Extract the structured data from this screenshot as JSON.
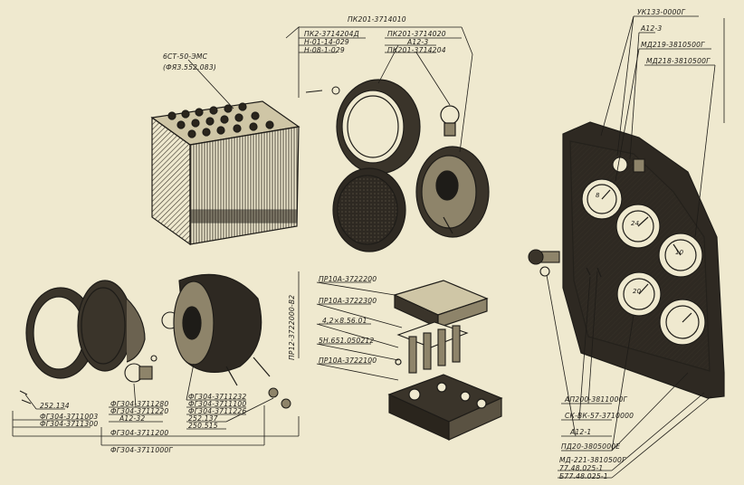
{
  "labels": {
    "battery_model": "6СТ-50-ЭМС",
    "battery_code": "(ФЯЗ.552.083)",
    "lamp_assembly": "ПК201-3714010",
    "lamp_lens": "ПК2-3714204Д",
    "screw_1": "Н-01-14-029",
    "screw_2": "Н-08-1-029",
    "lamp_rim": "ПК201-3714020",
    "lamp_bulb": "А12-3",
    "lamp_body": "ПК201-3714204",
    "fuse_box": "ПР12-3722000-В2",
    "fuse_cover": "ПР10А-3722200",
    "fuse_panel": "ПР10А-3722300",
    "fuse_screw": "4,2×8.56.01",
    "fuse_bracket": "5Н.651.050212",
    "fuse_base": "ПР10А-3722100",
    "head_ring": "252.134",
    "head_rim": "ФГ304-3711003",
    "head_reflector": "ФГ304-3711300",
    "head_bulb_1": "ФГ304-3711280",
    "head_bulb_2": "ФГ304-3711220",
    "head_a12_32": "А12-32",
    "head_body_1": "ФГ304-3711232",
    "head_body_2": "ФГ304-3711100",
    "head_body_3": "ФГ304-3711226",
    "head_nut": "252.137",
    "head_washer": "250.515",
    "head_lamp": "ФГ304-3711200",
    "head_assembly": "ФГ304-3711000Г",
    "panel_uk": "УК133-0000Г",
    "panel_a12_3": "А12-3",
    "panel_md219": "МД219-3810500Г",
    "panel_md218": "МД218-3810500Г",
    "panel_ap": "АП200-3811000Г",
    "panel_sk": "СК-ВК-57-3710000",
    "panel_a12_1": "А12-1",
    "panel_pd": "ПД20-3805000Е",
    "panel_md221": "МД-221-3810500Г",
    "panel_77": "77.48.025-1",
    "panel_b77": "Б77.48.025-1"
  },
  "gauges": [
    "8",
    "24",
    "10",
    "20"
  ]
}
